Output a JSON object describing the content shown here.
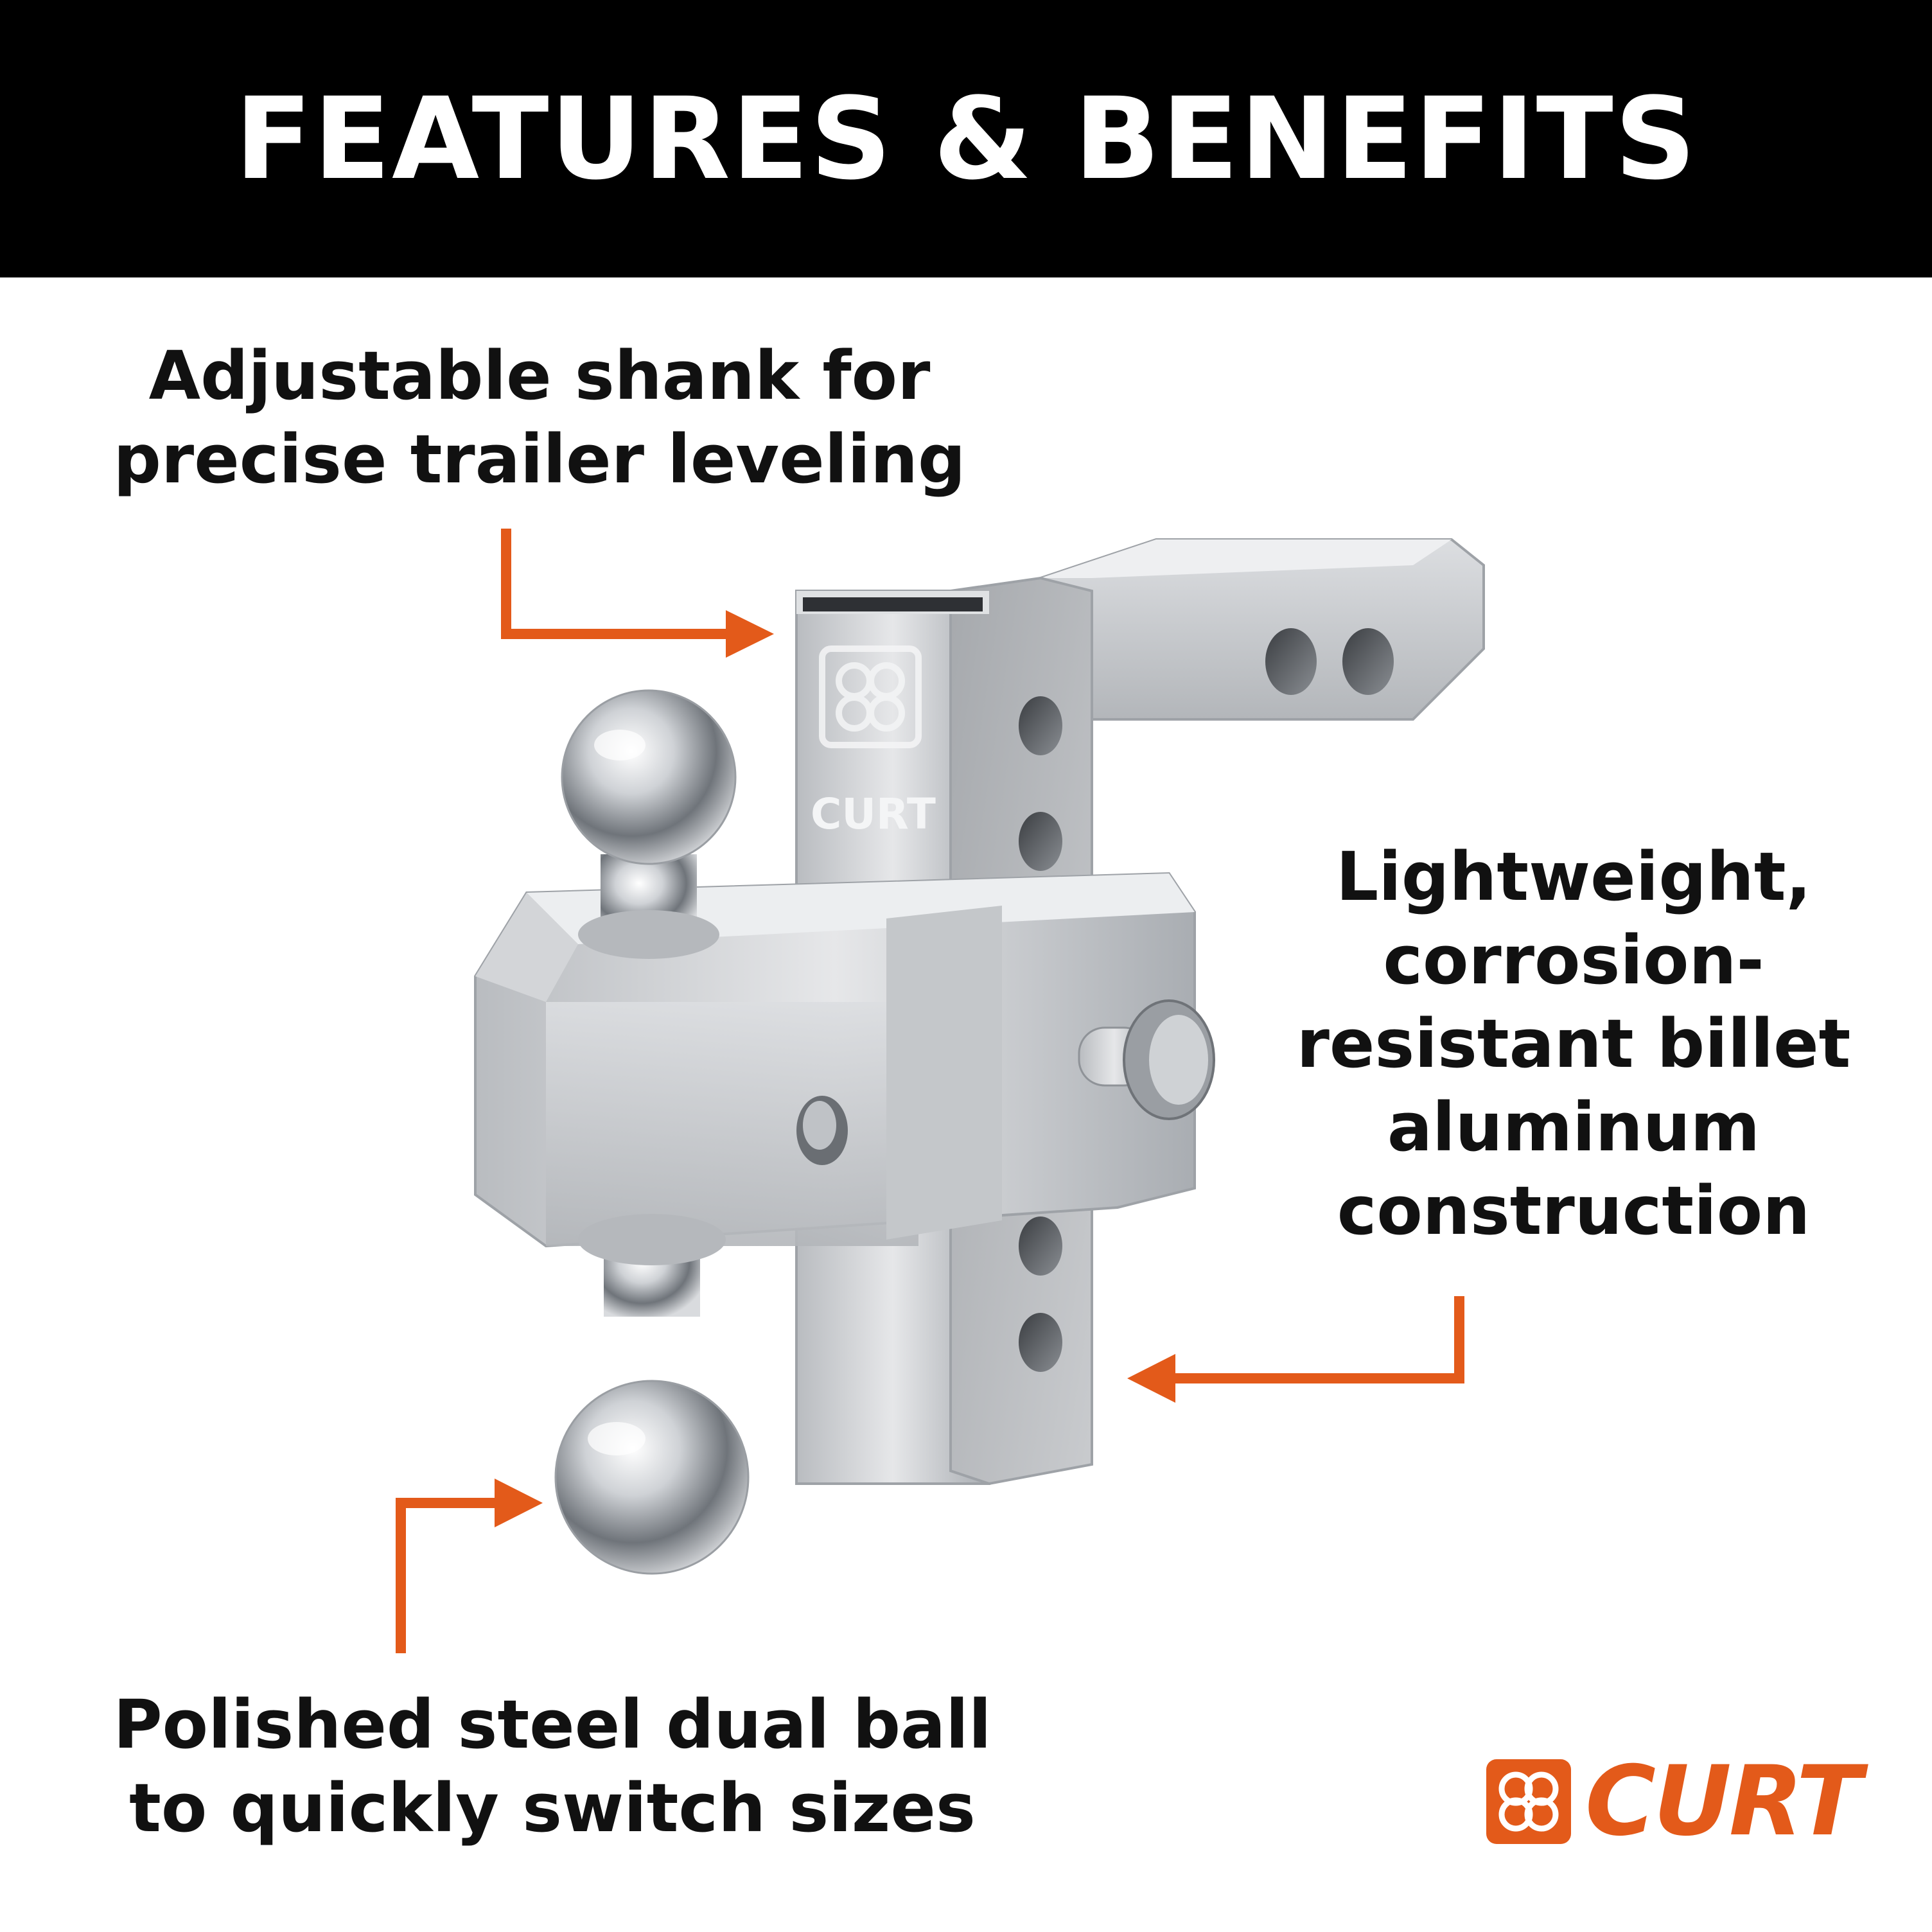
{
  "header": {
    "title": "FEATURES & BENEFITS"
  },
  "callouts": {
    "shank": {
      "lines": [
        "Adjustable shank for",
        "precise trailer leveling"
      ]
    },
    "aluminum": {
      "lines": [
        "Lightweight,",
        "corrosion-",
        "resistant billet",
        "aluminum",
        "construction"
      ]
    },
    "ball": {
      "lines": [
        "Polished steel dual ball",
        "to quickly switch sizes"
      ]
    }
  },
  "product": {
    "mount_brand": "CURT"
  },
  "brand": {
    "name": "CURT"
  },
  "colors": {
    "accent": "#e35a1a",
    "header_bg": "#000000",
    "text": "#111111",
    "metal": "#c7c9cc"
  }
}
